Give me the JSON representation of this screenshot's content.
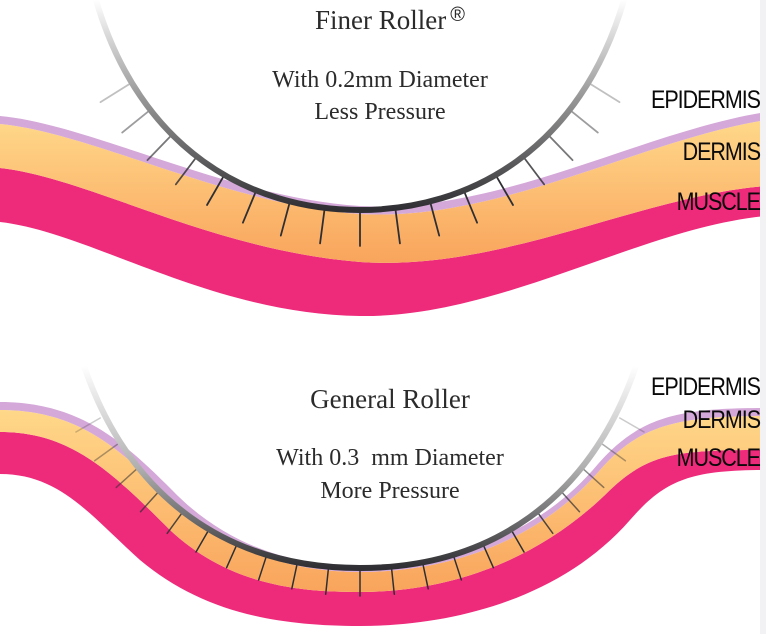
{
  "panels": [
    {
      "title": "Finer Roller",
      "title_mark": "®",
      "subtitle_lines": [
        "With 0.2mm Diameter",
        "Less Pressure"
      ],
      "needle_diameter_mm": 0.2,
      "pressure": "Less",
      "layers": [
        "EPIDERMIS",
        "DERMIS",
        "MUSCLE"
      ]
    },
    {
      "title": "General Roller",
      "subtitle_lines": [
        "With 0.3  mm Diameter",
        "More Pressure"
      ],
      "needle_diameter_mm": 0.3,
      "pressure": "More",
      "layers": [
        "EPIDERMIS",
        "DERMIS",
        "MUSCLE"
      ]
    }
  ],
  "colors": {
    "epidermis": "#d4a8d8",
    "dermis_top": "#ffd88a",
    "dermis_bottom": "#f9a45c",
    "muscle": "#ee2a7b",
    "roller_dark": "#2f2f33",
    "roller_light": "#e4e4e4",
    "text": "#2b2b2b",
    "label": "#0a0a0a"
  }
}
